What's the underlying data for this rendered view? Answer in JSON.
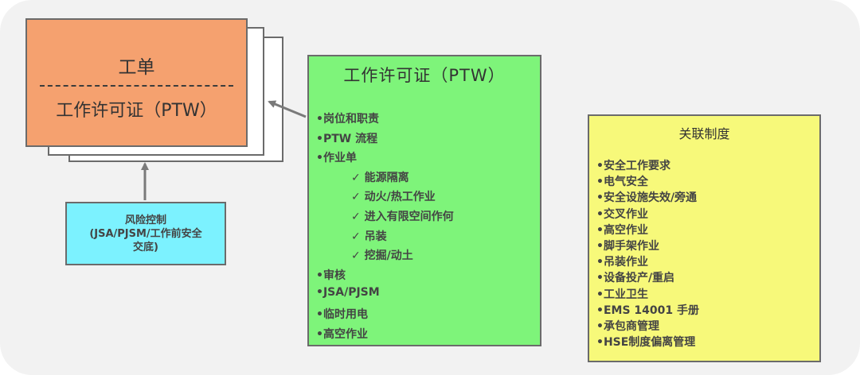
{
  "work_order": {
    "title": "工单",
    "subtitle": "工作许可证（PTW）"
  },
  "risk_control": {
    "lines": [
      "风险控制",
      "(JSA/PJSM/工作前安全",
      "交底)"
    ]
  },
  "ptw": {
    "title": "工作许可证（PTW）",
    "items": [
      {
        "text": "•岗位和职责",
        "level": 0
      },
      {
        "text": "•PTW 流程",
        "level": 0
      },
      {
        "text": "•作业单",
        "level": 0
      },
      {
        "text": "✓ 能源隔离",
        "level": 1
      },
      {
        "text": "✓ 动火/热工作业",
        "level": 1
      },
      {
        "text": "✓ 进入有限空间作何",
        "level": 1
      },
      {
        "text": "✓ 吊装",
        "level": 1
      },
      {
        "text": "✓ 挖掘/动土",
        "level": 1
      },
      {
        "text": "•审核",
        "level": 0
      },
      {
        "text": "•JSA/PJSM",
        "level": 0
      },
      {
        "text": "•临时用电",
        "level": 0
      },
      {
        "text": "•高空作业",
        "level": 0
      }
    ]
  },
  "related": {
    "title": "关联制度",
    "items": [
      "•安全工作要求",
      "•电气安全",
      "•安全设施失效/旁通",
      "•交叉作业",
      "•高空作业",
      "•脚手架作业",
      "•吊装作业",
      "•设备投产/重启",
      "•工业卫生",
      "•EMS 14001 手册",
      "•承包商管理",
      "•HSE制度偏离管理"
    ]
  },
  "colors": {
    "work_order": "#f5a16f",
    "risk_control": "#7cf2ff",
    "ptw": "#7ef47a",
    "related": "#f7f97a",
    "arrow": "#7a7a7a"
  }
}
